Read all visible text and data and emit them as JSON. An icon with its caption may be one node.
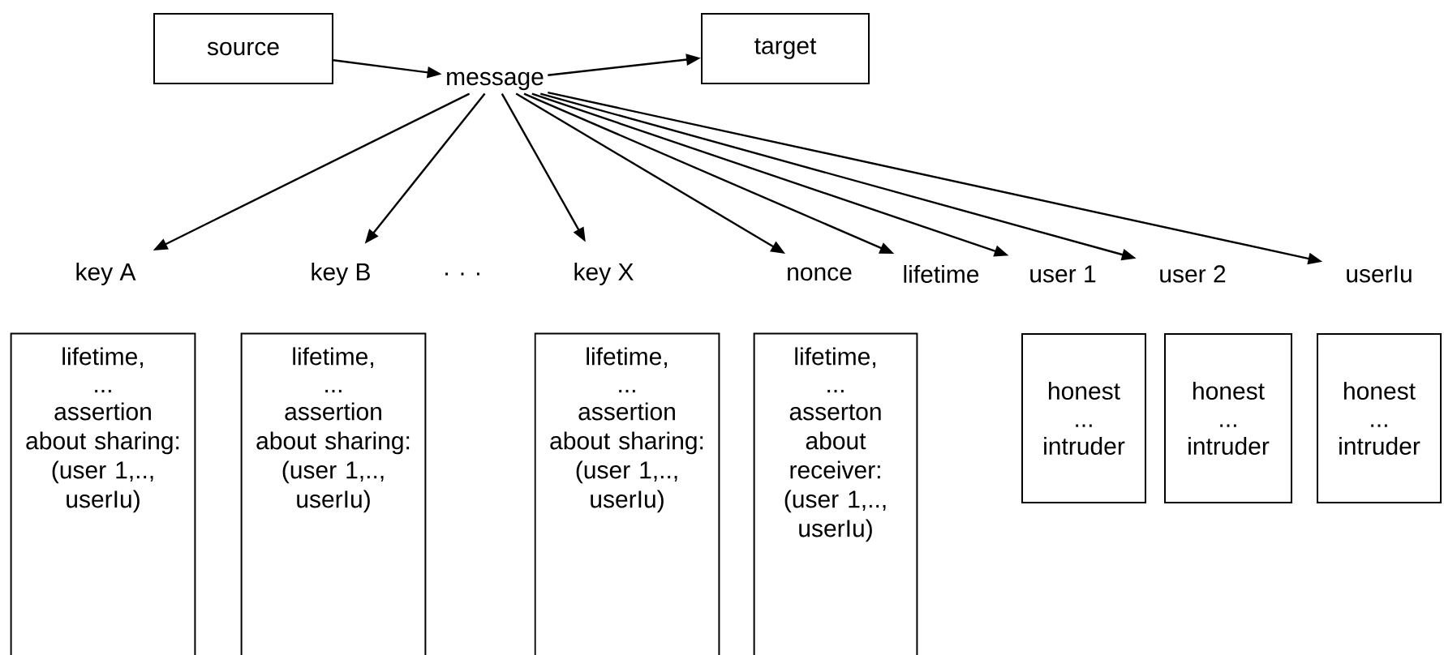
{
  "diagram": {
    "nodes": [
      {
        "text": [
          "source"
        ]
      },
      {
        "text": [
          "target"
        ]
      },
      {
        "text": [
          "message"
        ]
      },
      {
        "text": [
          "key A"
        ]
      },
      {
        "text": [
          "key B"
        ]
      },
      {
        "text": [
          "key X"
        ]
      },
      {
        "text": [
          "nonce"
        ]
      },
      {
        "text": [
          "lifetime"
        ]
      },
      {
        "text": [
          "user 1"
        ]
      },
      {
        "text": [
          "user 2"
        ]
      },
      {
        "text": [
          "userIu"
        ]
      },
      {
        "text": [
          "lifetime,",
          "...",
          "assertion about sharing: (user 1,.., userIu)"
        ]
      },
      {
        "text": [
          "lifetime,",
          "...",
          "assertion about sharing: (user 1,.., userIu)"
        ]
      },
      {
        "text": [
          "lifetime,",
          "...",
          "assertion about sharing: (user 1,.., userIu)"
        ]
      },
      {
        "text": [
          "lifetime,",
          "...",
          "asserton about receiver: (user 1,.., userIu)"
        ]
      },
      {
        "text": [
          "honest",
          "...",
          "intruder"
        ]
      },
      {
        "text": [
          "honest",
          "...",
          "intruder"
        ]
      },
      {
        "text": [
          "honest",
          "...",
          "intruder"
        ]
      }
    ],
    "edges": [
      {
        "from": 0,
        "to": 2,
        "arrow": "to"
      },
      {
        "from": 2,
        "to": 1,
        "arrow": "to"
      },
      {
        "from": 2,
        "to": 3,
        "arrow": "to"
      },
      {
        "from": 2,
        "to": 4,
        "arrow": "to"
      },
      {
        "from": 2,
        "to": 5,
        "arrow": "to"
      },
      {
        "from": 2,
        "to": 6,
        "arrow": "to"
      },
      {
        "from": 2,
        "to": 7,
        "arrow": "to"
      },
      {
        "from": 2,
        "to": 8,
        "arrow": "to"
      },
      {
        "from": 2,
        "to": 9,
        "arrow": "to"
      },
      {
        "from": 2,
        "to": 10,
        "arrow": "to"
      }
    ],
    "labels": [
      ". . ."
    ]
  }
}
